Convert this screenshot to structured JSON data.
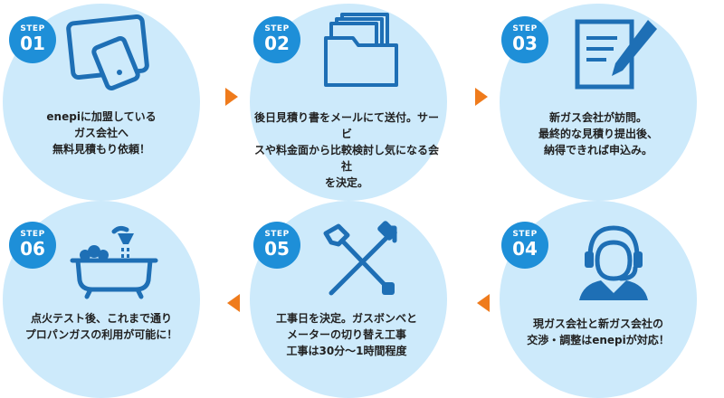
{
  "colors": {
    "circle": "#cdeafb",
    "badge": "#1e8fd8",
    "icon": "#1e6fb5",
    "arrow": "#ef7b1c"
  },
  "steps": [
    {
      "label": "STEP",
      "number": "01",
      "icon": "tablet-phone-icon",
      "text": "enepiに加盟している\nガス会社へ\n無料見積もり依頼！"
    },
    {
      "label": "STEP",
      "number": "02",
      "icon": "document-folder-icon",
      "text": "後日見積り書をメールにて送付。サービ\nスや料金面から比較検討し気になる会社\nを決定。"
    },
    {
      "label": "STEP",
      "number": "03",
      "icon": "pen-paper-icon",
      "text": "新ガス会社が訪問。\n最終的な見積り提出後、\n納得できれば申込み。"
    },
    {
      "label": "STEP",
      "number": "04",
      "icon": "operator-headset-icon",
      "text": "現ガス会社と新ガス会社の\n交渉・調整はenepiが対応！"
    },
    {
      "label": "STEP",
      "number": "05",
      "icon": "tools-icon",
      "text": "工事日を決定。ガスボンベと\nメーターの切り替え工事\n工事は30分～1時間程度"
    },
    {
      "label": "STEP",
      "number": "06",
      "icon": "bathtub-icon",
      "text": "点火テスト後、これまで通り\nプロパンガスの利用が可能に！"
    }
  ]
}
